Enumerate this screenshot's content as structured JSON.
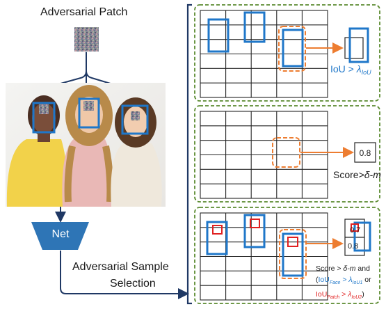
{
  "diagram": {
    "patch_title": "Adversarial Patch",
    "net_label": "Net",
    "selection_line1": "Adversarial Sample",
    "selection_line2": "Selection",
    "panel1": {
      "iou_text": "IoU > ",
      "iou_symbol": "λ",
      "iou_sub": "IoU"
    },
    "panel2": {
      "score_value": "0.8",
      "score_text": "Score>",
      "score_threshold": "δ-m"
    },
    "panel3": {
      "score_values": [
        "0.7",
        "0.8"
      ],
      "line1_a": "Score > ",
      "line1_b": "δ-m",
      "line1_c": " and",
      "line2_open": "(",
      "line2_iou": "IoU",
      "line2_face_sub": "Face",
      "line2_gt": " > ",
      "line2_lambda": "λ",
      "line2_sub": "IoU1",
      "line2_or": " or",
      "line3_iou": "IoU",
      "line3_patch_sub": "Patch",
      "line3_gt": " > ",
      "line3_lambda": "λ",
      "line3_sub": "IoU2",
      "line3_close": ")"
    },
    "colors": {
      "blue": "#1f77c9",
      "orange": "#ed7d31",
      "green_dash": "#5a8a2f",
      "red": "#e02020",
      "navy": "#1f3864",
      "net_fill": "#2e75b6"
    }
  }
}
